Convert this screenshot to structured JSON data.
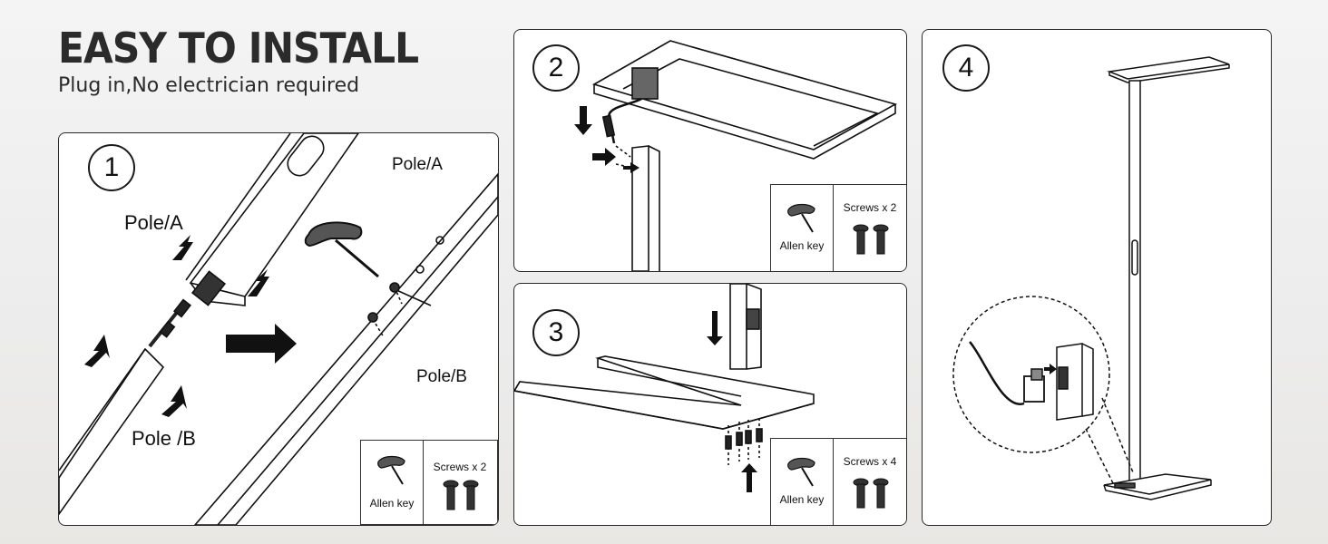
{
  "header": {
    "title": "EASY TO INSTALL",
    "subtitle": "Plug in,No electrician required"
  },
  "steps": [
    {
      "number": "1",
      "labels": {
        "pole_a_left": "Pole/A",
        "pole_a_right": "Pole/A",
        "pole_b_left": "Pole /B",
        "pole_b_right": "Pole/B"
      },
      "hardware": {
        "tool": "Allen key",
        "screws": "Screws x 2"
      }
    },
    {
      "number": "2",
      "hardware": {
        "tool": "Allen key",
        "screws": "Screws x 2"
      }
    },
    {
      "number": "3",
      "hardware": {
        "tool": "Allen key",
        "screws": "Screws x 4"
      }
    },
    {
      "number": "4"
    }
  ]
}
